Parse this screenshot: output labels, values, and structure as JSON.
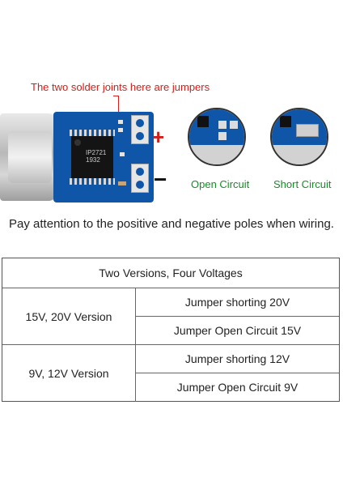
{
  "callout": {
    "text": "The two solder joints here are jumpers"
  },
  "board": {
    "chip_text_line1": "IP2721",
    "chip_text_line2": "1932"
  },
  "polarity": {
    "positive": "+",
    "negative": "−"
  },
  "captions": {
    "open": "Open Circuit",
    "short": "Short Circuit"
  },
  "note": "Pay attention to the positive and negative poles when wiring.",
  "table": {
    "header": "Two Versions, Four Voltages",
    "groups": [
      {
        "version": "15V, 20V Version",
        "rows": [
          "Jumper shorting 20V",
          "Jumper Open Circuit 15V"
        ]
      },
      {
        "version": "9V, 12V Version",
        "rows": [
          "Jumper shorting 12V",
          "Jumper Open Circuit 9V"
        ]
      }
    ]
  },
  "colors": {
    "pcb_blue": "#0f55a8",
    "callout_red": "#d0201a",
    "caption_green": "#1a8a2a"
  }
}
